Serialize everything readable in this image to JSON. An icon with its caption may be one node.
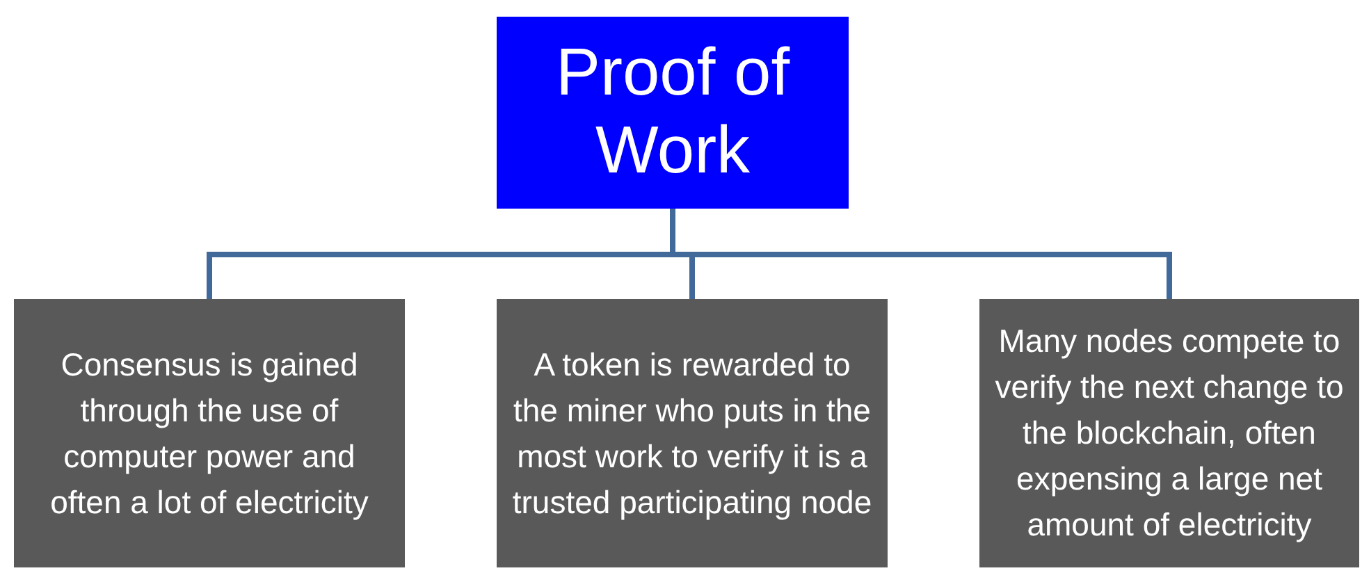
{
  "diagram": {
    "nodes": [
      {
        "text": [
          "Proof of Work"
        ]
      },
      {
        "text": [
          "Consensus is gained through the use of computer power and often a lot of electricity"
        ]
      },
      {
        "text": [
          "A token is rewarded to the miner who puts in the most work to verify it is a trusted participating node"
        ]
      },
      {
        "text": [
          "Many nodes compete to verify the next change to the blockchain, often expensing a large net amount of electricity"
        ]
      }
    ],
    "edges": [
      {
        "from": 0,
        "to": 1,
        "arrow": "none"
      },
      {
        "from": 0,
        "to": 2,
        "arrow": "none"
      },
      {
        "from": 0,
        "to": 3,
        "arrow": "none"
      }
    ]
  }
}
